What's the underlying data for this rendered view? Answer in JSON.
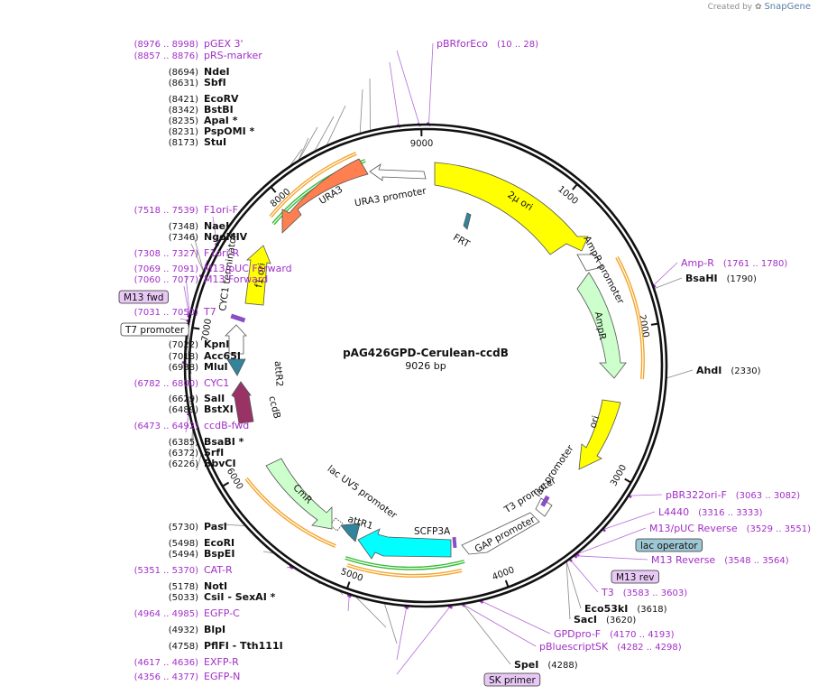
{
  "app": {
    "credit_prefix": "Created by",
    "credit_brand": "SnapGene"
  },
  "plasmid": {
    "name": "pAG426GPD-Cerulean-ccdB",
    "size_label": "9026 bp"
  },
  "ticks": [
    "1000",
    "2000",
    "3000",
    "4000",
    "5000",
    "6000",
    "7000",
    "8000",
    "9000"
  ],
  "left_labels": [
    {
      "pos": "(8976 .. 8998)",
      "name": "pGEX 3'",
      "kind": "primer"
    },
    {
      "pos": "(8857 .. 8876)",
      "name": "pRS-marker",
      "kind": "primer"
    },
    {
      "pos": "(8694)",
      "name": "NdeI",
      "kind": "enzyme"
    },
    {
      "pos": "(8631)",
      "name": "SbfI",
      "kind": "enzyme"
    },
    {
      "pos": "(8421)",
      "name": "EcoRV",
      "kind": "enzyme"
    },
    {
      "pos": "(8342)",
      "name": "BstBI",
      "kind": "enzyme"
    },
    {
      "pos": "(8235)",
      "name": "ApaI *",
      "kind": "enzyme"
    },
    {
      "pos": "(8231)",
      "name": "PspOMI *",
      "kind": "enzyme"
    },
    {
      "pos": "(8173)",
      "name": "StuI",
      "kind": "enzyme"
    },
    {
      "pos": "(7518 .. 7539)",
      "name": "F1ori-F",
      "kind": "primer"
    },
    {
      "pos": "(7348)",
      "name": "NaeI",
      "kind": "enzyme"
    },
    {
      "pos": "(7346)",
      "name": "NgoMIV",
      "kind": "enzyme"
    },
    {
      "pos": "(7308 .. 7327)",
      "name": "F1ori-R",
      "kind": "primer"
    },
    {
      "pos": "(7069 .. 7091)",
      "name": "M13/pUC Forward",
      "kind": "primer"
    },
    {
      "pos": "(7060 .. 7077)",
      "name": "M13 Forward",
      "kind": "primer"
    },
    {
      "pos": "(7031 .. 7050)",
      "name": "T7",
      "kind": "primer"
    },
    {
      "pos": "(7022)",
      "name": "KpnI",
      "kind": "enzyme"
    },
    {
      "pos": "(7018)",
      "name": "Acc65I",
      "kind": "enzyme"
    },
    {
      "pos": "(6938)",
      "name": "MluI",
      "kind": "enzyme"
    },
    {
      "pos": "(6782 .. 6800)",
      "name": "CYC1",
      "kind": "primer"
    },
    {
      "pos": "(6629)",
      "name": "SalI",
      "kind": "enzyme"
    },
    {
      "pos": "(6489)",
      "name": "BstXI",
      "kind": "enzyme"
    },
    {
      "pos": "(6473 .. 6492)",
      "name": "ccdB-fwd",
      "kind": "primer"
    },
    {
      "pos": "(6385)",
      "name": "BsaBI *",
      "kind": "enzyme"
    },
    {
      "pos": "(6372)",
      "name": "SrfI",
      "kind": "enzyme"
    },
    {
      "pos": "(6226)",
      "name": "BbvCI",
      "kind": "enzyme"
    },
    {
      "pos": "(5730)",
      "name": "PasI",
      "kind": "enzyme"
    },
    {
      "pos": "(5498)",
      "name": "EcoRI",
      "kind": "enzyme"
    },
    {
      "pos": "(5494)",
      "name": "BspEI",
      "kind": "enzyme"
    },
    {
      "pos": "(5351 .. 5370)",
      "name": "CAT-R",
      "kind": "primer"
    },
    {
      "pos": "(5178)",
      "name": "NotI",
      "kind": "enzyme"
    },
    {
      "pos": "(5033)",
      "name": "CsiI  -  SexAI *",
      "kind": "enzyme"
    },
    {
      "pos": "(4964 .. 4985)",
      "name": "EGFP-C",
      "kind": "primer"
    },
    {
      "pos": "(4932)",
      "name": "BlpI",
      "kind": "enzyme"
    },
    {
      "pos": "(4758)",
      "name": "PflFI  -  Tth111I",
      "kind": "enzyme"
    },
    {
      "pos": "(4617 .. 4636)",
      "name": "EXFP-R",
      "kind": "primer"
    },
    {
      "pos": "(4356 .. 4377)",
      "name": "EGFP-N",
      "kind": "primer"
    }
  ],
  "right_labels": [
    {
      "name": "pBRforEco",
      "pos": "(10 .. 28)",
      "kind": "primer"
    },
    {
      "name": "Amp-R",
      "pos": "(1761 .. 1780)",
      "kind": "primer"
    },
    {
      "name": "BsaHI",
      "pos": "(1790)",
      "kind": "enzyme"
    },
    {
      "name": "AhdI",
      "pos": "(2330)",
      "kind": "enzyme"
    },
    {
      "name": "pBR322ori-F",
      "pos": "(3063 .. 3082)",
      "kind": "primer"
    },
    {
      "name": "L4440",
      "pos": "(3316 .. 3333)",
      "kind": "primer"
    },
    {
      "name": "M13/pUC Reverse",
      "pos": "(3529 .. 3551)",
      "kind": "primer"
    },
    {
      "name": "M13 Reverse",
      "pos": "(3548 .. 3564)",
      "kind": "primer"
    },
    {
      "name": "T3",
      "pos": "(3583 .. 3603)",
      "kind": "primer"
    },
    {
      "name": "Eco53kI",
      "pos": "(3618)",
      "kind": "enzyme"
    },
    {
      "name": "SacI",
      "pos": "(3620)",
      "kind": "enzyme"
    },
    {
      "name": "GPDpro-F",
      "pos": "(4170 .. 4193)",
      "kind": "primer"
    },
    {
      "name": "pBluescriptSK",
      "pos": "(4282 .. 4298)",
      "kind": "primer"
    },
    {
      "name": "SpeI",
      "pos": "(4288)",
      "kind": "enzyme"
    }
  ],
  "boxed_labels": [
    {
      "name": "M13 fwd",
      "style": "primer-box"
    },
    {
      "name": "T7 promoter",
      "style": "white-box"
    },
    {
      "name": "lac operator",
      "style": "blue-box"
    },
    {
      "name": "M13 rev",
      "style": "primer-box"
    },
    {
      "name": "SK primer",
      "style": "primer-box"
    }
  ],
  "features": [
    {
      "name": "2μ ori",
      "color": "#ffff00"
    },
    {
      "name": "AmpR promoter",
      "color": "#ffffff"
    },
    {
      "name": "AmpR",
      "color": "#ccffcc"
    },
    {
      "name": "ori",
      "color": "#ffff00"
    },
    {
      "name": "lac promoter",
      "color": "#ffffff"
    },
    {
      "name": "T3 promoter",
      "color": "#ffffff"
    },
    {
      "name": "GAP promoter",
      "color": "#ffffff"
    },
    {
      "name": "SCFP3A",
      "color": "#00ffff"
    },
    {
      "name": "attR1",
      "color": "#ffffff"
    },
    {
      "name": "lac UV5 promoter",
      "color": "#ffffff"
    },
    {
      "name": "CmR",
      "color": "#ccffcc"
    },
    {
      "name": "ccdB",
      "color": "#993366"
    },
    {
      "name": "attR2",
      "color": "#31849b"
    },
    {
      "name": "CYC1 terminator",
      "color": "#ffffff"
    },
    {
      "name": "f1 ori",
      "color": "#ffff00"
    },
    {
      "name": "URA3",
      "color": "#ff7f50"
    },
    {
      "name": "URA3 promoter",
      "color": "#ffffff"
    },
    {
      "name": "FRT",
      "color": "#31849b"
    }
  ],
  "colors": {
    "primer_text": "#a12fc7",
    "primer_box": "#e8c9f5",
    "lac_operator_box": "#9ec7d4",
    "orange_arc": "#f4a52c",
    "green_arc": "#33bb33",
    "backbone": "#111111"
  }
}
